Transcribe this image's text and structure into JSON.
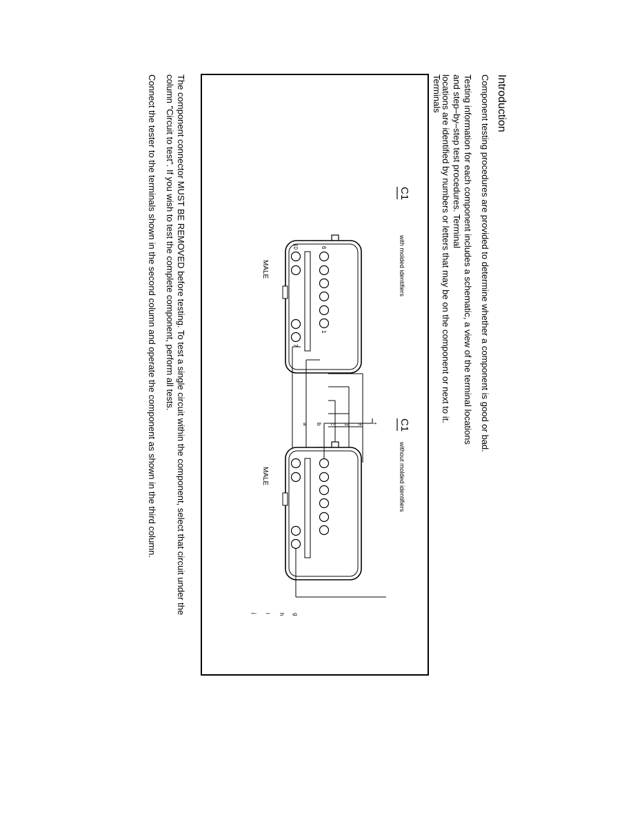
{
  "heading": "Introduction",
  "intro_text": "Component testing procedures are provided to determine whether a component is good or bad.",
  "testing_info": {
    "line1": "Testing information for each component includes a schematic, a view of the terminal locations and step–by–step test procedures. Terminal",
    "line2": "locations are identified by numbers or letters that may be on the component or next to it."
  },
  "terminals_title": "Terminals",
  "connectors": [
    {
      "label": "C1",
      "caption": "with molded identifiers",
      "gender": "MALE",
      "top_marks": [
        "6",
        "1"
      ],
      "bottom_marks": [
        "10",
        "7"
      ]
    },
    {
      "label": "C1",
      "caption": "without molded identifiers",
      "gender": "MALE",
      "top_letters": [
        "f",
        "e",
        "d",
        "c",
        "b",
        "a"
      ],
      "bottom_letters": [
        "j",
        "i",
        "h",
        "g"
      ]
    }
  ],
  "removal_note": {
    "line1": "The component connector MUST BE REMOVED before testing. To test a single circuit within the component, select that circuit under the",
    "line2": "column \"Circuit to test\". If you wish to test the complete component, perform all tests."
  },
  "tester_note": "Connect the tester to the terminals shown in the second column and operate the component as shown in the third column."
}
